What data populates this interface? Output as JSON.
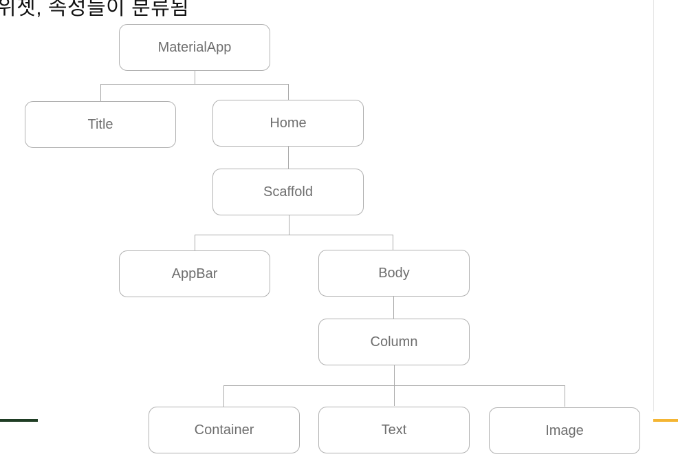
{
  "heading": "위젯, 속성들이 분류됨",
  "tree": {
    "root": "MaterialApp",
    "level1": [
      "Title",
      "Home"
    ],
    "scaffold": "Scaffold",
    "level3": [
      "AppBar",
      "Body"
    ],
    "column": "Column",
    "level5": [
      "Container",
      "Text",
      "Image"
    ]
  },
  "colors": {
    "node_border": "#b0b0b0",
    "node_text": "#6e6e6e",
    "connector": "#a8a8a8",
    "accent_green": "#1f3d24",
    "accent_yellow": "#f4b533"
  }
}
